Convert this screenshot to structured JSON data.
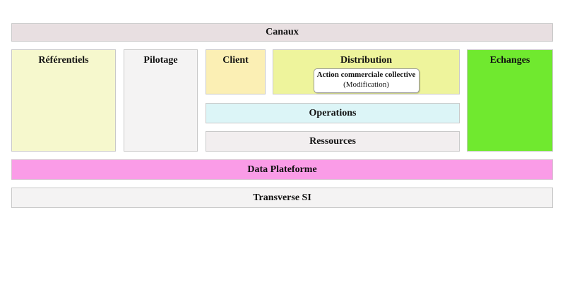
{
  "diagram": {
    "canaux": {
      "label": "Canaux",
      "bg": "#e8dfe1"
    },
    "referentiels": {
      "label": "Référentiels",
      "bg": "#f6f8cd"
    },
    "pilotage": {
      "label": "Pilotage",
      "bg": "#f4f3f3"
    },
    "client": {
      "label": "Client",
      "bg": "#fbefb4"
    },
    "distribution": {
      "label": "Distribution",
      "bg": "#eef49c",
      "card": {
        "title": "Action commerciale collective",
        "subtitle": "(Modification)",
        "bg": "#ffffff"
      }
    },
    "operations": {
      "label": "Operations",
      "bg": "#dcf5f7"
    },
    "ressources": {
      "label": "Ressources",
      "bg": "#f2eeef"
    },
    "echanges": {
      "label": "Echanges",
      "bg": "#70e92f"
    },
    "data_plateforme": {
      "label": "Data Plateforme",
      "bg": "#fa9ce7"
    },
    "transverse_si": {
      "label": "Transverse SI",
      "bg": "#f4f3f3"
    }
  }
}
